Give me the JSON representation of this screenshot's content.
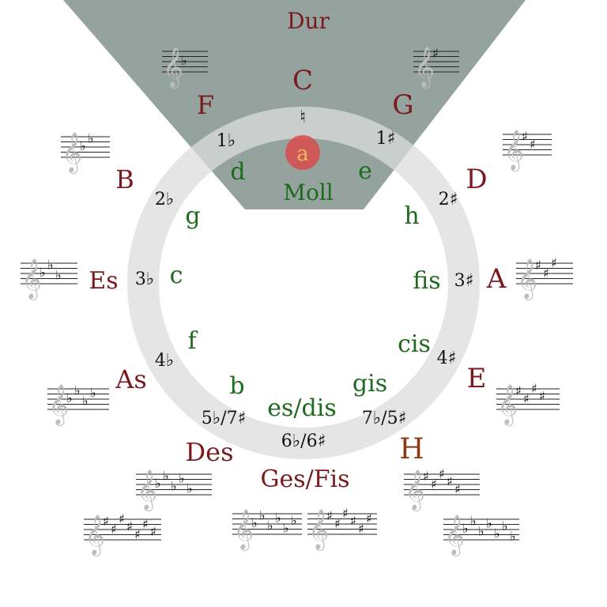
{
  "title": {
    "dur": "Dur",
    "moll": "Moll"
  },
  "colors": {
    "major": "#7b1a1e",
    "minor": "#1e6a1e",
    "signature": "#111111",
    "h_major": "#8b3a12",
    "wedge": "#8f9e99",
    "ring": "#e4e4e4",
    "marker": "#d84b4b",
    "marker_text": "#f0b860"
  },
  "keys": [
    {
      "major": "C",
      "minor": "a",
      "signature": "♮"
    },
    {
      "major": "G",
      "minor": "e",
      "signature": "1♯"
    },
    {
      "major": "D",
      "minor": "h",
      "signature": "2♯"
    },
    {
      "major": "A",
      "minor": "fis",
      "signature": "3♯"
    },
    {
      "major": "E",
      "minor": "cis",
      "signature": "4♯"
    },
    {
      "major": "H",
      "minor": "gis",
      "signature": "7♭/5♯"
    },
    {
      "major": "Ges/Fis",
      "minor": "es/dis",
      "signature": "6♭/6♯"
    },
    {
      "major": "Des",
      "minor": "b",
      "signature": "5♭/7♯"
    },
    {
      "major": "As",
      "minor": "f",
      "signature": "4♭"
    },
    {
      "major": "Es",
      "minor": "c",
      "signature": "3♭"
    },
    {
      "major": "B",
      "minor": "g",
      "signature": "2♭"
    },
    {
      "major": "F",
      "minor": "d",
      "signature": "1♭"
    }
  ],
  "staves": [
    {
      "name": "staff-F",
      "accidental": "flat",
      "count": 1
    },
    {
      "name": "staff-G",
      "accidental": "sharp",
      "count": 1
    },
    {
      "name": "staff-B",
      "accidental": "flat",
      "count": 2
    },
    {
      "name": "staff-D",
      "accidental": "sharp",
      "count": 2
    },
    {
      "name": "staff-Es",
      "accidental": "flat",
      "count": 3
    },
    {
      "name": "staff-A",
      "accidental": "sharp",
      "count": 3
    },
    {
      "name": "staff-As",
      "accidental": "flat",
      "count": 4
    },
    {
      "name": "staff-E",
      "accidental": "sharp",
      "count": 4
    },
    {
      "name": "staff-Des",
      "accidental": "flat",
      "count": 5
    },
    {
      "name": "staff-H",
      "accidental": "sharp",
      "count": 5
    },
    {
      "name": "staff-Cis",
      "accidental": "sharp",
      "count": 7
    },
    {
      "name": "staff-Ges",
      "accidental": "flat",
      "count": 6
    },
    {
      "name": "staff-Fis",
      "accidental": "sharp",
      "count": 6
    },
    {
      "name": "staff-Ces",
      "accidental": "flat",
      "count": 7
    }
  ]
}
